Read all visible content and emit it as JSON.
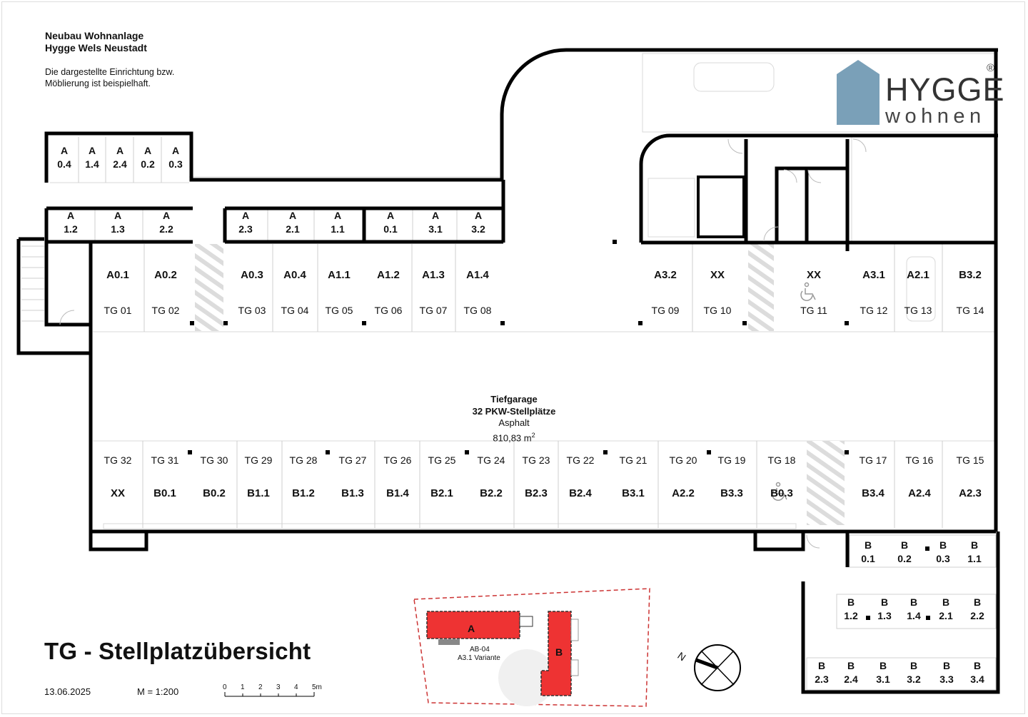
{
  "header": {
    "project_line1": "Neubau Wohnanlage",
    "project_line2": "Hygge Wels Neustadt",
    "note_line1": "Die dargestellte Einrichtung bzw.",
    "note_line2": "Möblierung ist beispielhaft."
  },
  "logo": {
    "line1": "HYGGE",
    "line2": "wohnen",
    "registered": "®",
    "colors": {
      "house": "#7aa0b8",
      "text": "#333333"
    }
  },
  "garage": {
    "title": "Tiefgarage",
    "capacity": "32 PKW-Stellplätze",
    "surface": "Asphalt",
    "area": "810,83 m",
    "area_sup": "2"
  },
  "top_row_spaces": [
    {
      "label": "A0.1",
      "tg": "TG 01"
    },
    {
      "label": "A0.2",
      "tg": "TG 02"
    },
    {
      "label": "A0.3",
      "tg": "TG 03"
    },
    {
      "label": "A0.4",
      "tg": "TG 04"
    },
    {
      "label": "A1.1",
      "tg": "TG 05"
    },
    {
      "label": "A1.2",
      "tg": "TG 06"
    },
    {
      "label": "A1.3",
      "tg": "TG 07"
    },
    {
      "label": "A1.4",
      "tg": "TG 08"
    },
    {
      "label": "A3.2",
      "tg": "TG 09"
    },
    {
      "label": "XX",
      "tg": "TG 10"
    },
    {
      "label": "XX",
      "tg": "TG 11"
    },
    {
      "label": "A3.1",
      "tg": "TG 12"
    },
    {
      "label": "A2.1",
      "tg": "TG 13"
    },
    {
      "label": "B3.2",
      "tg": "TG 14"
    }
  ],
  "bottom_row_spaces": [
    {
      "label": "XX",
      "tg": "TG 32"
    },
    {
      "label": "B0.1",
      "tg": "TG 31"
    },
    {
      "label": "B0.2",
      "tg": "TG 30"
    },
    {
      "label": "B1.1",
      "tg": "TG 29"
    },
    {
      "label": "B1.2",
      "tg": "TG 28"
    },
    {
      "label": "B1.3",
      "tg": "TG 27"
    },
    {
      "label": "B1.4",
      "tg": "TG 26"
    },
    {
      "label": "B2.1",
      "tg": "TG 25"
    },
    {
      "label": "B2.2",
      "tg": "TG 24"
    },
    {
      "label": "B2.3",
      "tg": "TG 23"
    },
    {
      "label": "B2.4",
      "tg": "TG 22"
    },
    {
      "label": "B3.1",
      "tg": "TG 21"
    },
    {
      "label": "A2.2",
      "tg": "TG 20"
    },
    {
      "label": "B3.3",
      "tg": "TG 19"
    },
    {
      "label": "B0.3",
      "tg": "TG 18"
    },
    {
      "label": "B3.4",
      "tg": "TG 17"
    },
    {
      "label": "A2.4",
      "tg": "TG 16"
    },
    {
      "label": "A2.3",
      "tg": "TG 15"
    }
  ],
  "storage_a": [
    {
      "a": "A",
      "n": "0.4"
    },
    {
      "a": "A",
      "n": "1.4"
    },
    {
      "a": "A",
      "n": "2.4"
    },
    {
      "a": "A",
      "n": "0.2"
    },
    {
      "a": "A",
      "n": "0.3"
    },
    {
      "a": "A",
      "n": "1.2"
    },
    {
      "a": "A",
      "n": "1.3"
    },
    {
      "a": "A",
      "n": "2.2"
    },
    {
      "a": "A",
      "n": "2.3"
    },
    {
      "a": "A",
      "n": "2.1"
    },
    {
      "a": "A",
      "n": "1.1"
    },
    {
      "a": "A",
      "n": "0.1"
    },
    {
      "a": "A",
      "n": "3.1"
    },
    {
      "a": "A",
      "n": "3.2"
    }
  ],
  "storage_b": [
    {
      "a": "B",
      "n": "0.1"
    },
    {
      "a": "B",
      "n": "0.2"
    },
    {
      "a": "B",
      "n": "0.3"
    },
    {
      "a": "B",
      "n": "1.1"
    },
    {
      "a": "B",
      "n": "1.2"
    },
    {
      "a": "B",
      "n": "1.3"
    },
    {
      "a": "B",
      "n": "1.4"
    },
    {
      "a": "B",
      "n": "2.1"
    },
    {
      "a": "B",
      "n": "2.2"
    },
    {
      "a": "B",
      "n": "2.3"
    },
    {
      "a": "B",
      "n": "2.4"
    },
    {
      "a": "B",
      "n": "3.1"
    },
    {
      "a": "B",
      "n": "3.2"
    },
    {
      "a": "B",
      "n": "3.3"
    },
    {
      "a": "B",
      "n": "3.4"
    }
  ],
  "site_plan": {
    "building_a": "A",
    "building_b": "B",
    "parcel": "AB-04",
    "variant": "A3.1 Variante",
    "colors": {
      "building": "#ee3333",
      "boundary": "#cc3333"
    }
  },
  "north": {
    "label": "N"
  },
  "footer": {
    "title": "TG - Stellplatzübersicht",
    "date": "13.06.2025",
    "scale": "M = 1:200",
    "scalebar_ticks": [
      "0",
      "1",
      "2",
      "3",
      "4",
      "5m"
    ]
  }
}
